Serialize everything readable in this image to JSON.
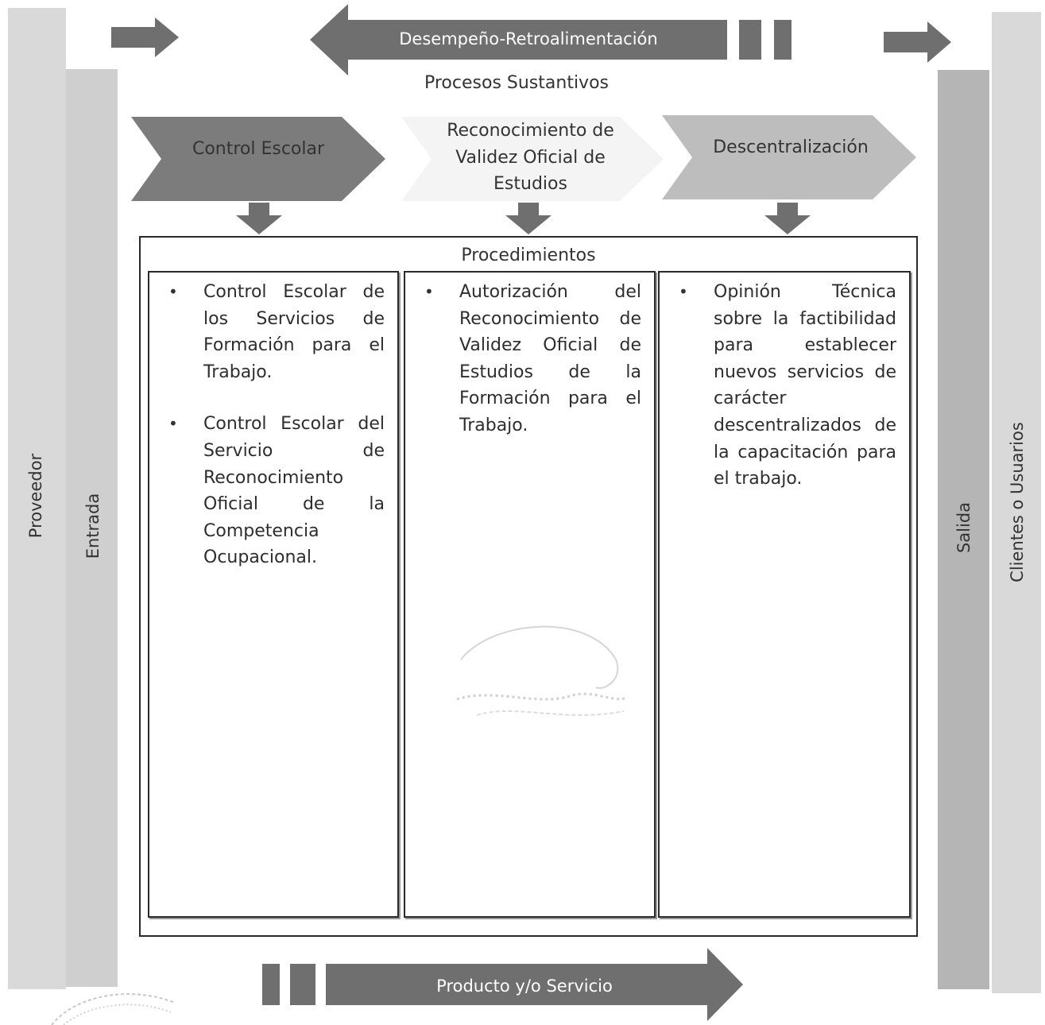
{
  "colors": {
    "outer_bar": "#d9d9d9",
    "inner_bar": "#b5b5b5",
    "arrow_dark": "#6f6f6f",
    "chevron_dark": "#7c7c7c",
    "chevron_light": "#bdbdbd"
  },
  "left": {
    "provider_label": "Proveedor",
    "input_label": "Entrada"
  },
  "right": {
    "output_label": "Salida",
    "clients_label": "Clientes o Usuarios"
  },
  "top": {
    "feedback_label": "Desempeño-Retroalimentación",
    "processes_title": "Procesos Sustantivos"
  },
  "processes": [
    {
      "label": "Control Escolar"
    },
    {
      "label": "Reconocimiento de Validez Oficial de Estudios"
    },
    {
      "label": "Descentralización"
    }
  ],
  "procedures": {
    "title": "Procedimientos",
    "columns": [
      {
        "items": [
          "Control Escolar de los Servicios de Formación para el Trabajo.",
          "Control Escolar del Servicio de Reconocimiento Oficial de la Competencia Ocupacional."
        ]
      },
      {
        "items": [
          "Autorización del Reconocimiento de Validez Oficial de Estudios de la Formación para el Trabajo."
        ]
      },
      {
        "items": [
          "Opinión Técnica sobre la factibilidad para establecer nuevos servicios de carácter descentralizados de la capacitación para el trabajo."
        ]
      }
    ]
  },
  "bottom": {
    "product_label": "Producto y/o Servicio"
  }
}
